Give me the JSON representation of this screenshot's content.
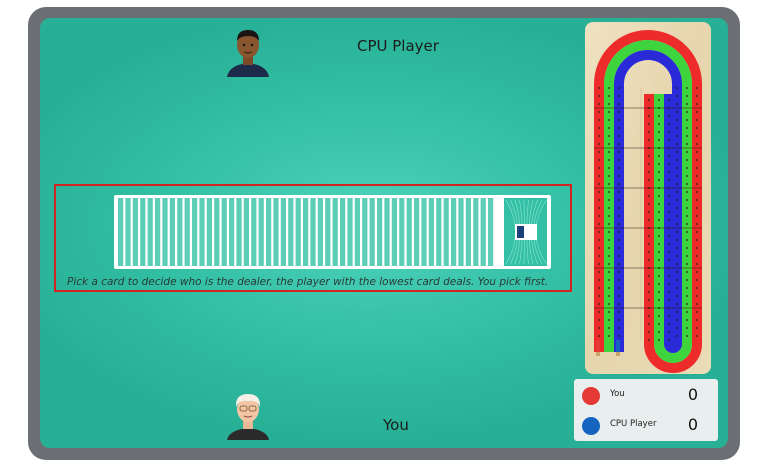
{
  "opponent": {
    "name": "CPU Player"
  },
  "player": {
    "name": "You"
  },
  "deal": {
    "instruction": "Pick a card to decide who is the dealer, the player with the lowest card deals.  You pick first."
  },
  "scoreboard": {
    "rows": [
      {
        "name": "You",
        "score": "0",
        "color": "#e53935"
      },
      {
        "name": "CPU Player",
        "score": "0",
        "color": "#1565c0"
      }
    ]
  },
  "colors": {
    "felt": "#33c0a5",
    "frame": "#6b6e72",
    "highlight": "#d32323",
    "track_red": "#ee2b2b",
    "track_green": "#3ed43e",
    "track_blue": "#2a2ad8"
  },
  "icons": {
    "cpu_avatar": "man-avatar-icon",
    "player_avatar": "elderly-man-avatar-icon",
    "deck_logo": "deck-logo-icon"
  }
}
